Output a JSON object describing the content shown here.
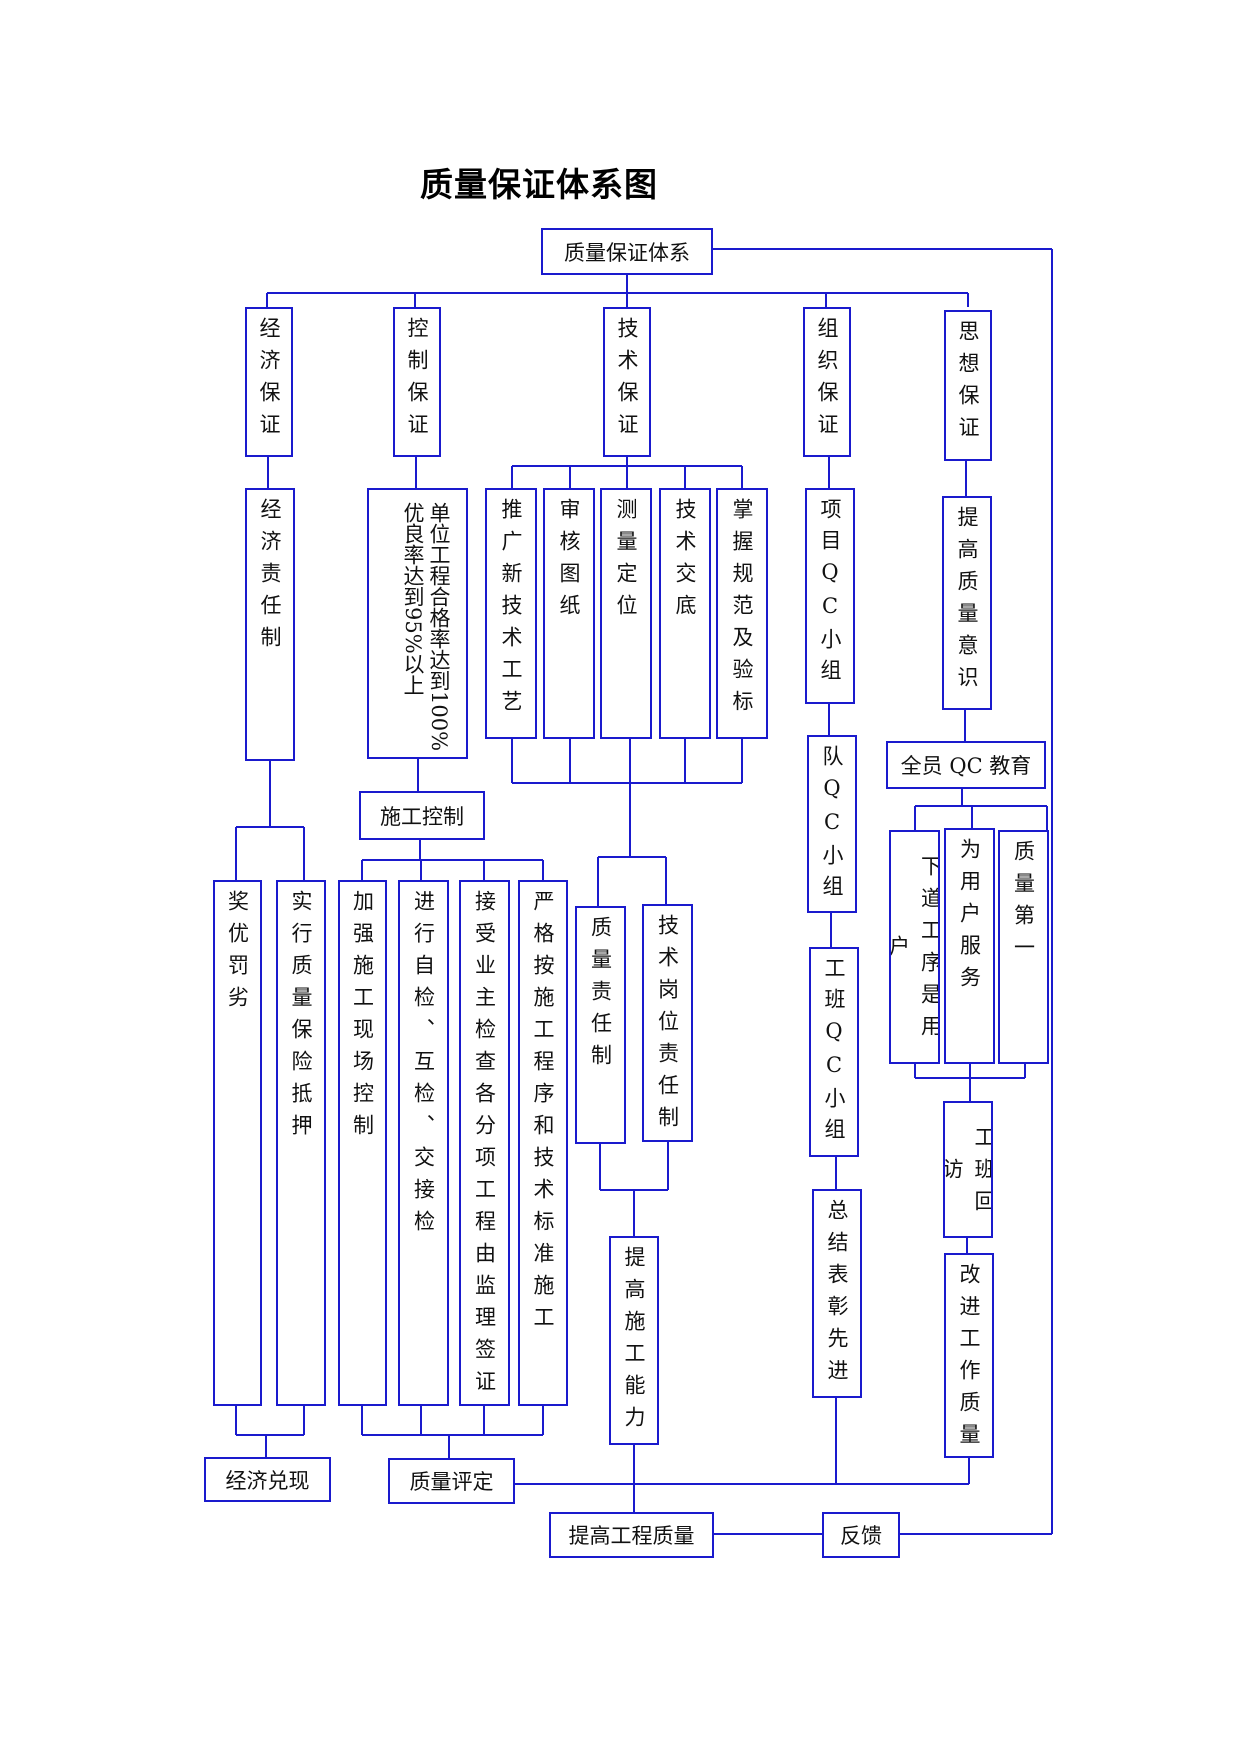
{
  "title": "质量保证体系图",
  "colors": {
    "line": "#1a1acd",
    "text": "#111111"
  },
  "nodes": {
    "root": "质量保证体系",
    "econ_guarantee": "经济保证",
    "control_guarantee": "控制保证",
    "tech_guarantee": "技术保证",
    "org_guarantee": "组织保证",
    "thought_guarantee": "思想保证",
    "econ_responsibility": "经济责任制",
    "quality_target": "单位工程合格率达到100%优良率达到95%以上",
    "promote_new_tech": "推广新技术工艺",
    "review_drawings": "审核图纸",
    "survey_positioning": "测量定位",
    "tech_briefing": "技术交底",
    "master_specs": "掌握规范及验标",
    "project_qc": "项目QC小组",
    "raise_quality_awareness": "提高质量意识",
    "construction_control": "施工控制",
    "team_qc": "队QC小组",
    "all_staff_qc_edu": "全员 QC 教育",
    "reward_penalty": "奖优罚劣",
    "quality_deposit": "实行质量保险抵押",
    "strengthen_site": "加强施工现场控制",
    "self_mutual_check": "进行自检、互检、交接检",
    "owner_inspection": "接受业主检查各分项工程由监理签证",
    "strict_procedure": "严格按施工程序和技术标准施工",
    "quality_resp": "质量责任制",
    "post_resp": "技术岗位责任制",
    "next_process": "下道工序是用户",
    "serve_users": "为用户服务",
    "quality_first": "质量第一",
    "crew_qc": "工班QC小组",
    "crew_revisit": "工班回访",
    "summarize": "总结表彰先进",
    "improve_work": "改进工作质量",
    "raise_capability": "提高施工能力",
    "econ_realization": "经济兑现",
    "quality_rating": "质量评定",
    "raise_project_quality": "提高工程质量",
    "feedback": "反馈"
  }
}
